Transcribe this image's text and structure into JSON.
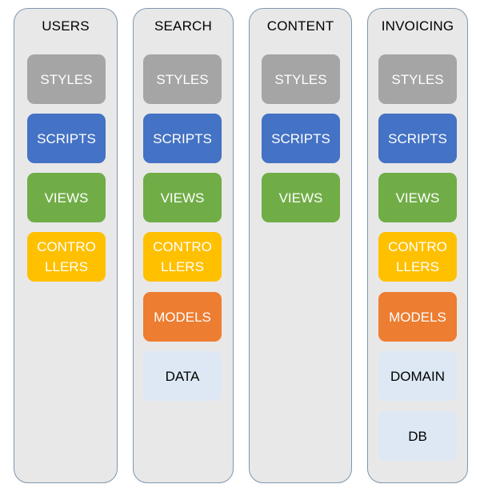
{
  "colors": {
    "column_bg": "#e8e8e8",
    "column_border": "#7f96ad",
    "styles": "#a5a5a5",
    "scripts": "#4472c4",
    "views": "#70ad47",
    "controllers": "#ffc000",
    "models": "#ed7d31",
    "data_layer": "#dde8f4"
  },
  "columns": [
    {
      "title": "USERS",
      "blocks": [
        {
          "label": "STYLES",
          "kind": "styles"
        },
        {
          "label": "SCRIPTS",
          "kind": "scripts"
        },
        {
          "label": "VIEWS",
          "kind": "views"
        },
        {
          "label": "CONTRO\nLLERS",
          "kind": "controllers"
        }
      ]
    },
    {
      "title": "SEARCH",
      "blocks": [
        {
          "label": "STYLES",
          "kind": "styles"
        },
        {
          "label": "SCRIPTS",
          "kind": "scripts"
        },
        {
          "label": "VIEWS",
          "kind": "views"
        },
        {
          "label": "CONTRO\nLLERS",
          "kind": "controllers"
        },
        {
          "label": "MODELS",
          "kind": "models"
        },
        {
          "label": "DATA",
          "kind": "data_layer"
        }
      ]
    },
    {
      "title": "CONTENT",
      "blocks": [
        {
          "label": "STYLES",
          "kind": "styles"
        },
        {
          "label": "SCRIPTS",
          "kind": "scripts"
        },
        {
          "label": "VIEWS",
          "kind": "views"
        }
      ]
    },
    {
      "title": "INVOICING",
      "blocks": [
        {
          "label": "STYLES",
          "kind": "styles"
        },
        {
          "label": "SCRIPTS",
          "kind": "scripts"
        },
        {
          "label": "VIEWS",
          "kind": "views"
        },
        {
          "label": "CONTRO\nLLERS",
          "kind": "controllers"
        },
        {
          "label": "MODELS",
          "kind": "models"
        },
        {
          "label": "DOMAIN",
          "kind": "data_layer"
        },
        {
          "label": "DB",
          "kind": "data_layer"
        }
      ]
    }
  ]
}
